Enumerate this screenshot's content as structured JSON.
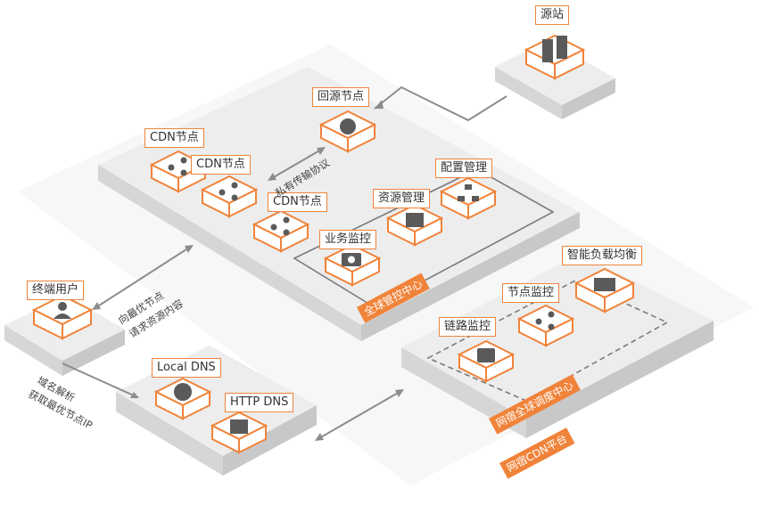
{
  "nodes": {
    "origin": "源站",
    "back_origin": "回源节点",
    "cdn1": "CDN节点",
    "cdn2": "CDN节点",
    "cdn3": "CDN节点",
    "config_mgmt": "配置管理",
    "resource_mgmt": "资源管理",
    "business_monitor": "业务监控",
    "end_user": "终端用户",
    "local_dns": "Local DNS",
    "http_dns": "HTTP DNS",
    "smart_lb": "智能负载均衡",
    "node_monitor": "节点监控",
    "link_monitor": "链路监控"
  },
  "zones": {
    "global_control": "全球管控中心",
    "global_dispatch": "网宿全球调度中心",
    "cdn_platform": "网宿CDN平台"
  },
  "annotations": {
    "private_protocol": "私有传输协议",
    "request_line1": "向最优节点",
    "request_line2": "请求资源内容",
    "resolve_line1": "域名解析",
    "resolve_line2": "获取最优节点IP"
  },
  "colors": {
    "accent": "#f0833a",
    "icon_fill": "#5a5a5a",
    "platform_top": "#ececec",
    "platform_side": "#d3d3d3",
    "connector": "#8c8c8c"
  }
}
